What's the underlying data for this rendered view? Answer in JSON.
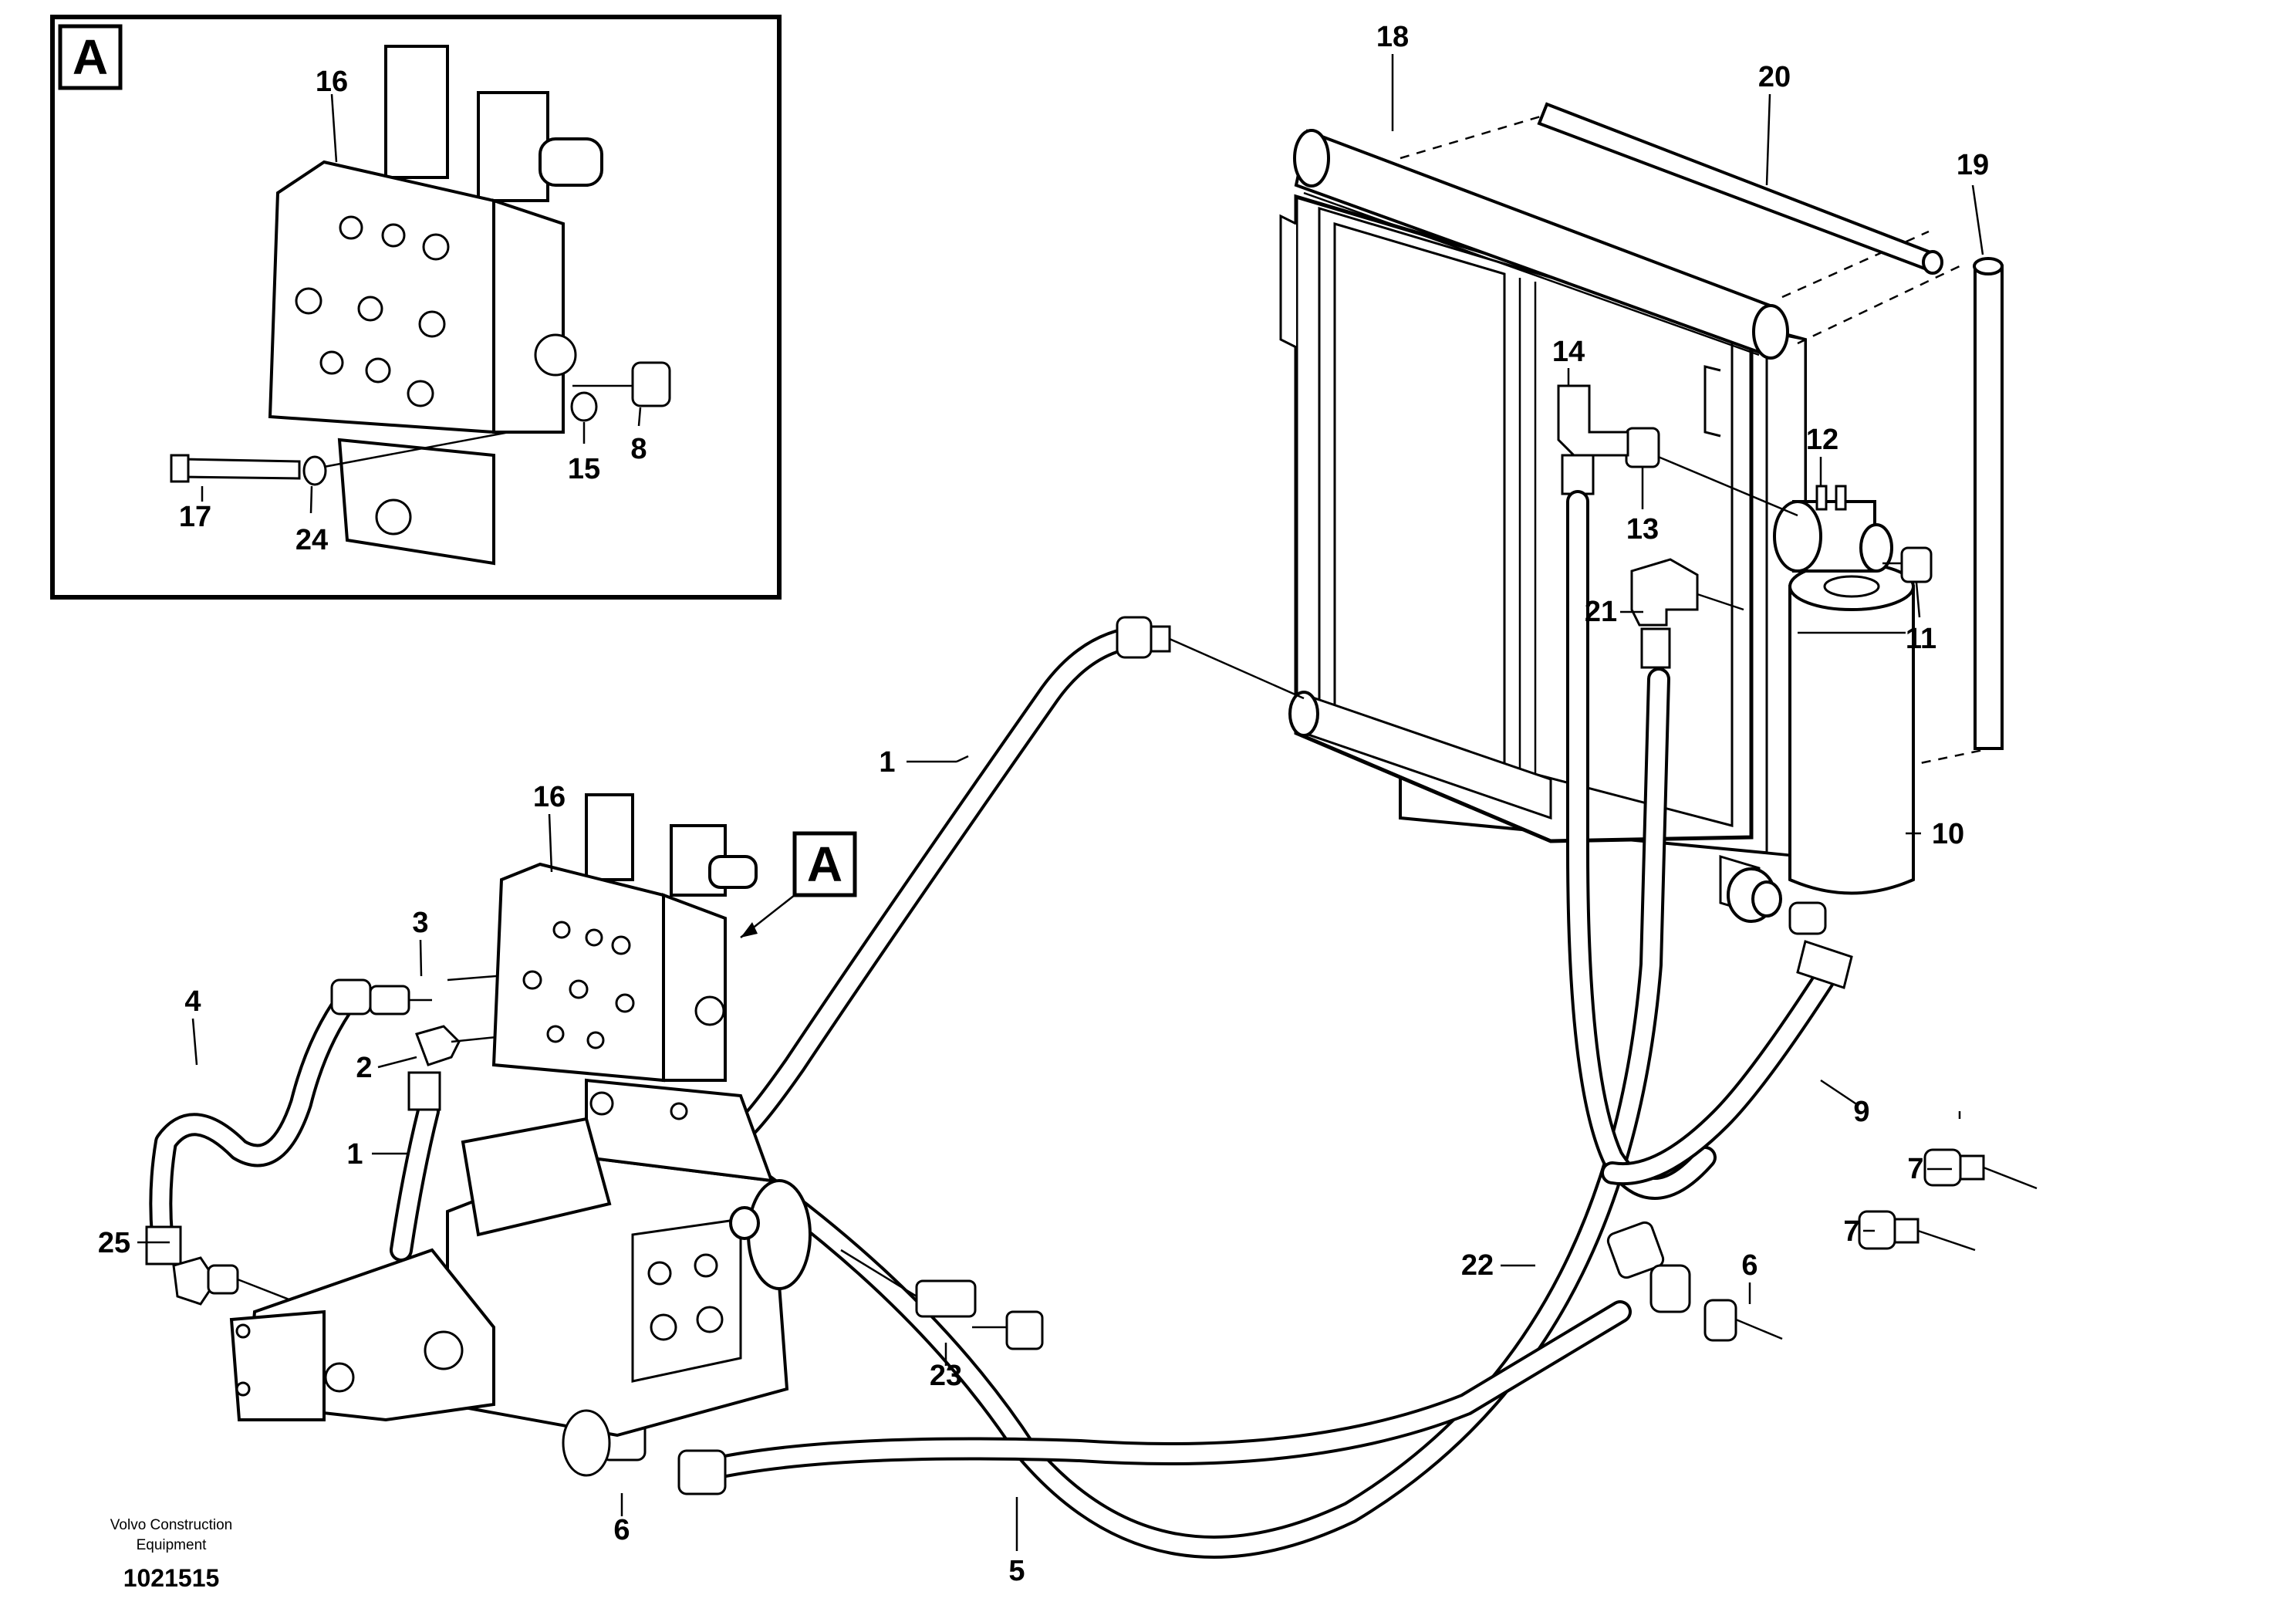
{
  "inset": {
    "label": "A"
  },
  "callout": {
    "label": "A"
  },
  "parts": {
    "p1": "1",
    "p2": "2",
    "p3": "3",
    "p4": "4",
    "p5": "5",
    "p6": "6",
    "p7": "7",
    "p8": "8",
    "p9": "9",
    "p10": "10",
    "p11": "11",
    "p12": "12",
    "p13": "13",
    "p14": "14",
    "p15": "15",
    "p16": "16",
    "p17": "17",
    "p18": "18",
    "p19": "19",
    "p20": "20",
    "p21": "21",
    "p22": "22",
    "p23": "23",
    "p24": "24",
    "p25": "25"
  },
  "footer": {
    "company_line1": "Volvo Construction",
    "company_line2": "Equipment",
    "figure_number": "1021515"
  }
}
